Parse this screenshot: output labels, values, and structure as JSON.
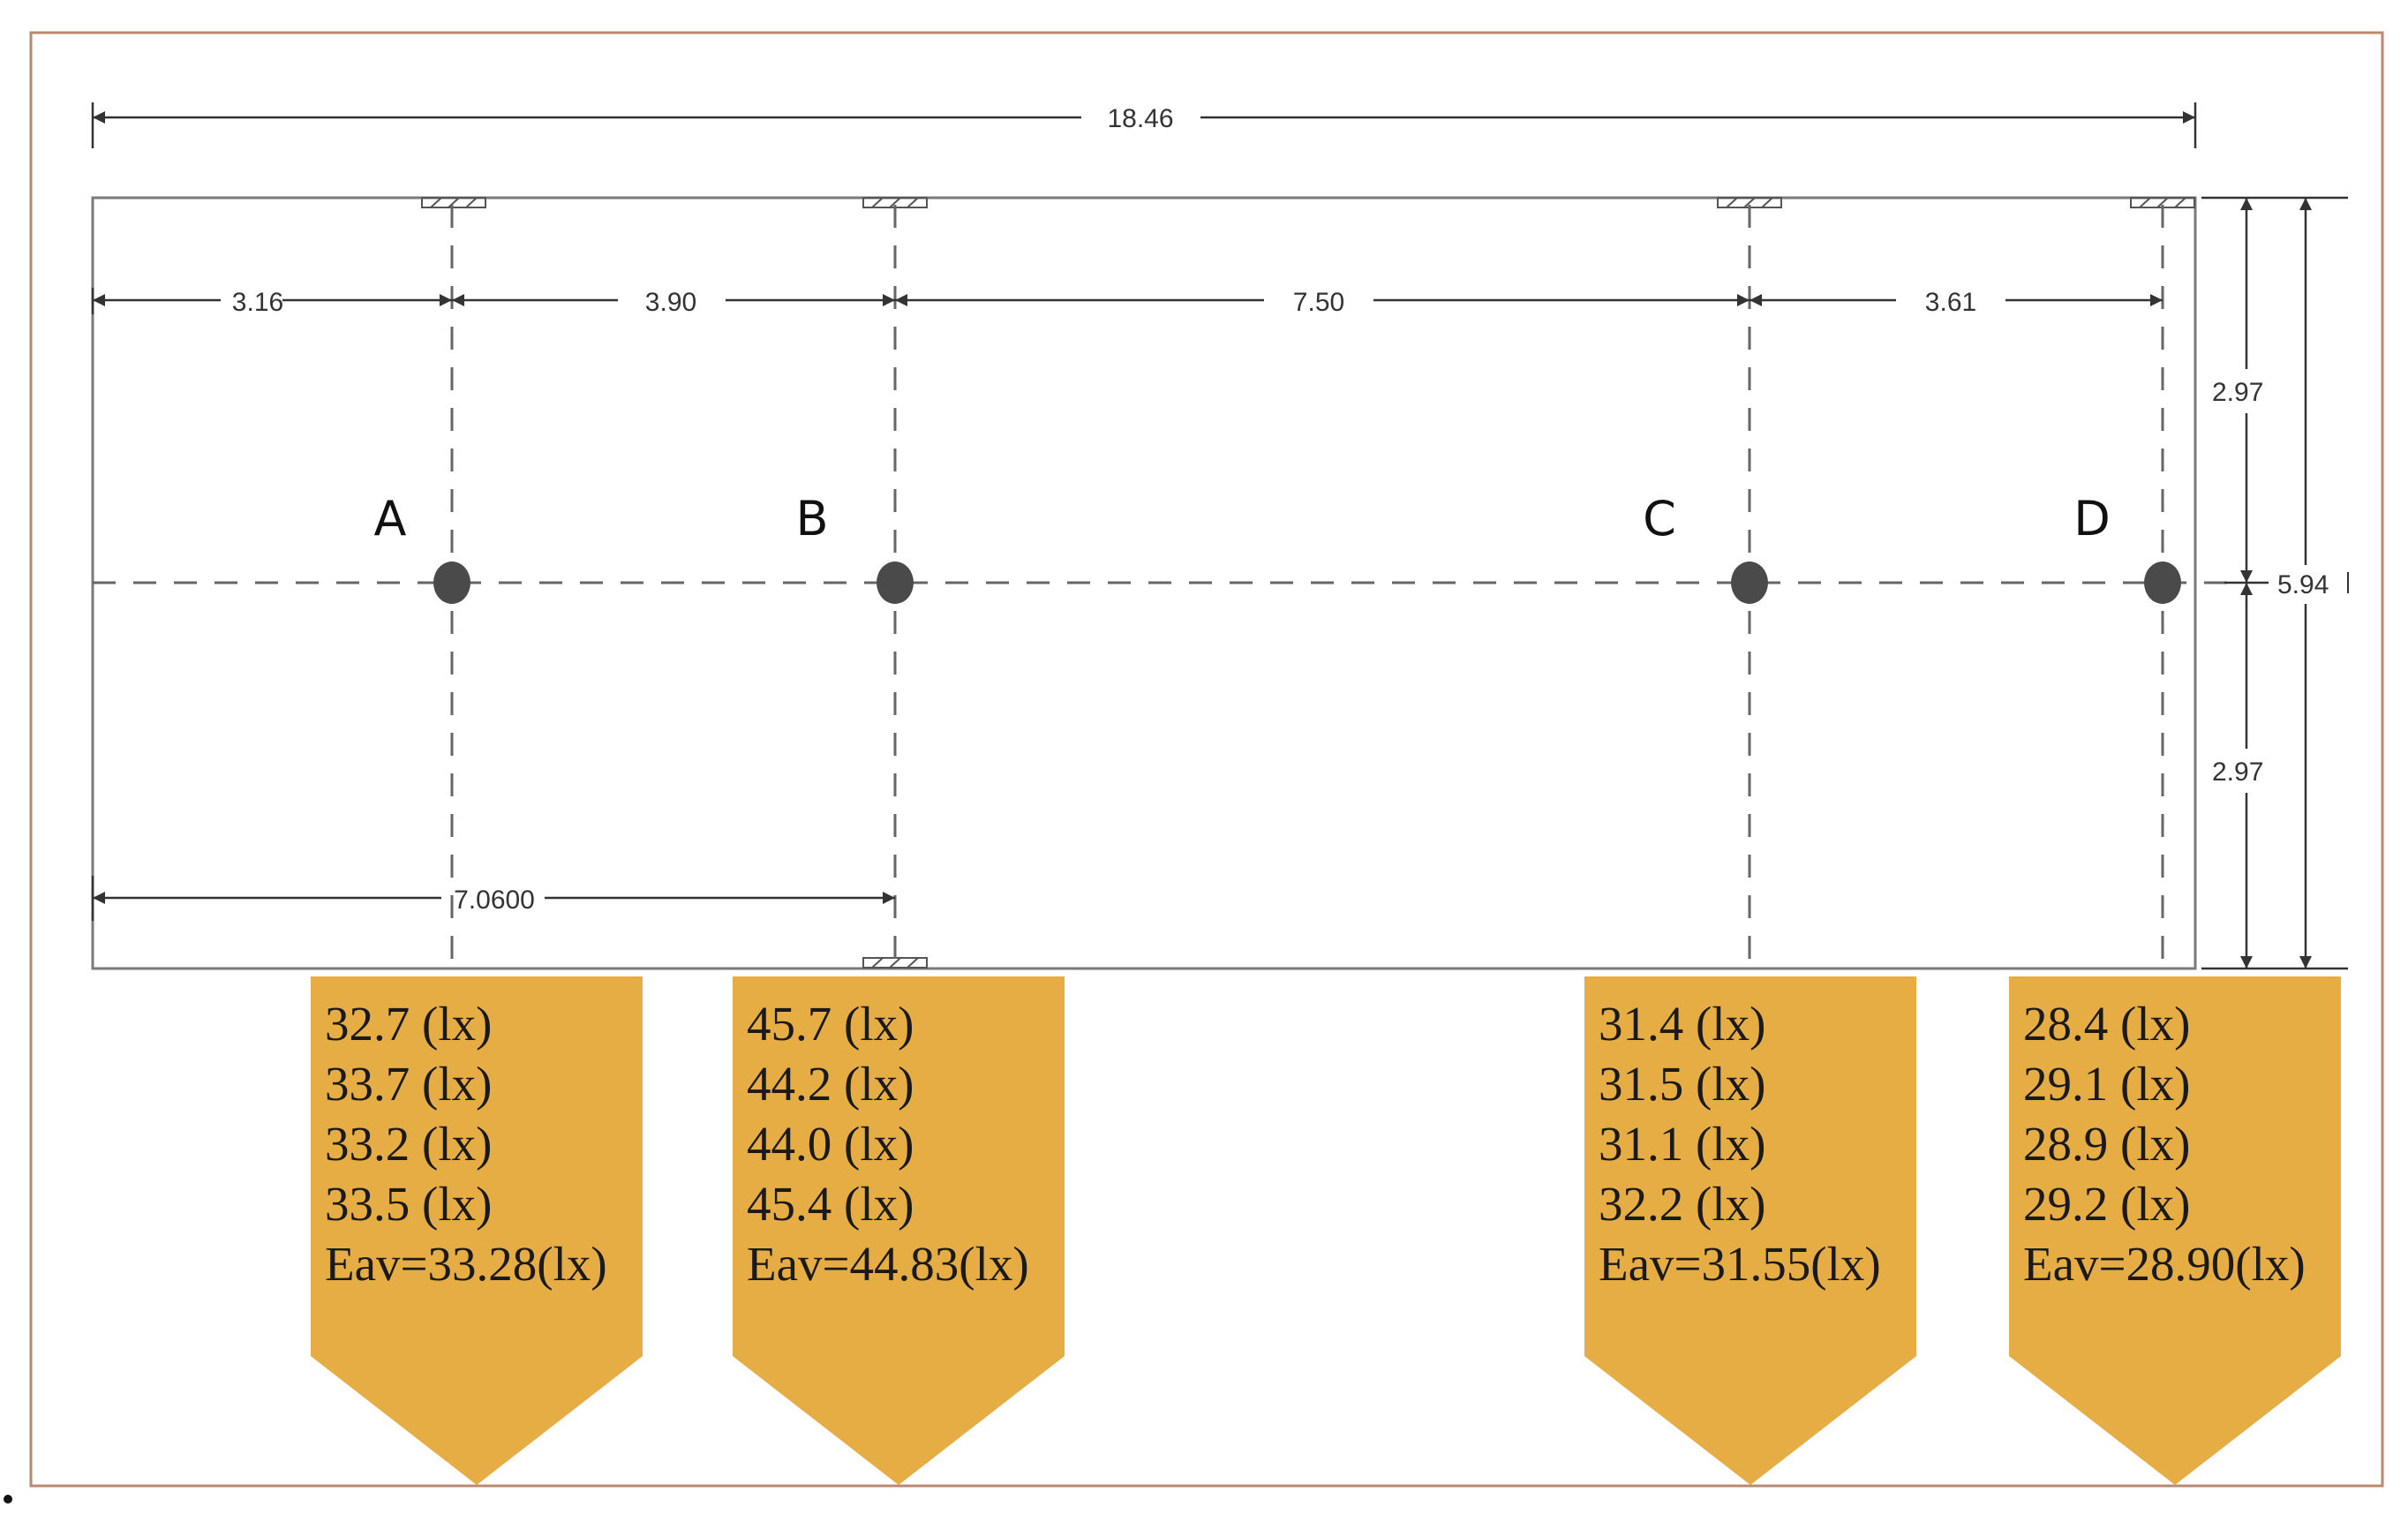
{
  "colors": {
    "frame": "#b98a6e",
    "room": "#7a7a7a",
    "dimension": "#333333",
    "light": "#4a4a4a",
    "callout": "#e6ad45"
  },
  "dimensions": {
    "overall_length": "18.46",
    "span_1": "3.16",
    "span_2": "3.90",
    "span_3": "7.50",
    "span_4": "3.61",
    "offset_b": "7.0600",
    "half_width_top": "2.97",
    "half_width_bottom": "2.97",
    "full_width": "5.94"
  },
  "points": [
    {
      "label": "A",
      "readings": [
        "32.7 (lx)",
        "33.7 (lx)",
        "33.2 (lx)",
        "33.5 (lx)"
      ],
      "average": "Eav=33.28(lx)"
    },
    {
      "label": "B",
      "readings": [
        "45.7 (lx)",
        "44.2 (lx)",
        "44.0 (lx)",
        "45.4 (lx)"
      ],
      "average": "Eav=44.83(lx)"
    },
    {
      "label": "C",
      "readings": [
        "31.4 (lx)",
        "31.5 (lx)",
        "31.1 (lx)",
        "32.2 (lx)"
      ],
      "average": "Eav=31.55(lx)"
    },
    {
      "label": "D",
      "readings": [
        "28.4 (lx)",
        "29.1 (lx)",
        "28.9 (lx)",
        "29.2 (lx)"
      ],
      "average": "Eav=28.90(lx)"
    }
  ]
}
